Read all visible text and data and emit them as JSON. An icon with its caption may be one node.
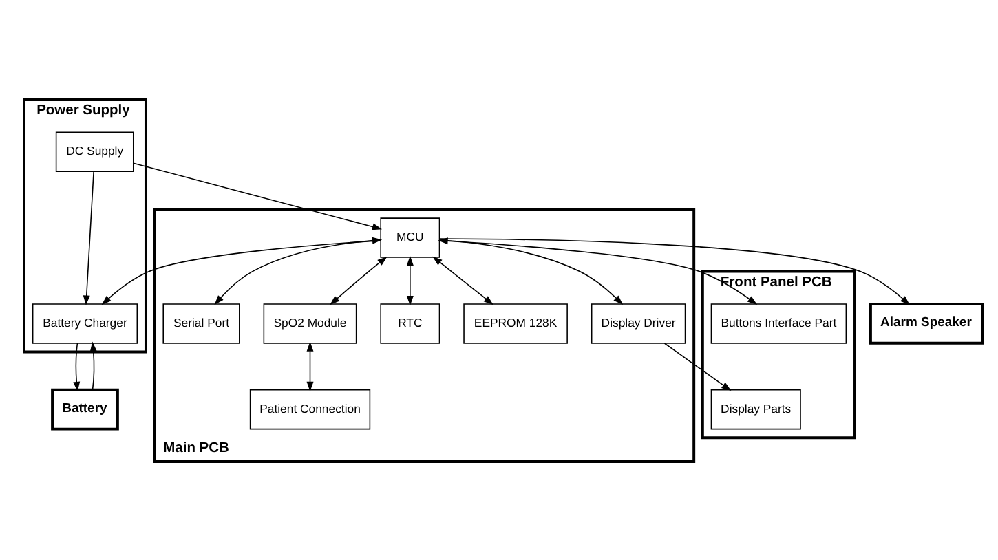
{
  "diagram": {
    "nodes": [
      {
        "text": [
          "Power Supply"
        ]
      },
      {
        "text": [
          "Battery Charger"
        ],
        "in": 0
      },
      {
        "text": [
          "DC Supply"
        ],
        "in": 0
      },
      {
        "text": [
          "Front Panel PCB"
        ]
      },
      {
        "text": [
          "Buttons Interface Part"
        ],
        "in": 3
      },
      {
        "text": [
          "Display Parts"
        ],
        "in": 3
      },
      {
        "text": [
          "Battery"
        ]
      },
      {
        "text": [
          "Alarm Speaker"
        ]
      },
      {
        "text": [
          "Main PCB"
        ]
      },
      {
        "text": [
          "MCU"
        ],
        "in": 8
      },
      {
        "text": [
          "Serial Port"
        ],
        "in": 8
      },
      {
        "text": [
          "Display Driver"
        ],
        "in": 8
      },
      {
        "text": [
          "RTC"
        ],
        "in": 8
      },
      {
        "text": [
          "EEPROM 128K"
        ],
        "in": 8
      },
      {
        "text": [
          "SpO2 Module"
        ],
        "in": 8
      },
      {
        "text": [
          "Patient Connection"
        ],
        "in": 8
      }
    ],
    "edges": [
      {
        "from": 1,
        "to": 6,
        "arrow": "to"
      },
      {
        "from": 6,
        "to": 1,
        "arrow": "to"
      },
      {
        "from": 2,
        "to": 1,
        "arrow": "to"
      },
      {
        "from": 2,
        "to": 9,
        "arrow": "to"
      },
      {
        "from": 9,
        "to": 1,
        "arrow": "to"
      },
      {
        "from": 9,
        "to": 4,
        "arrow": "both"
      },
      {
        "from": 11,
        "to": 5,
        "arrow": "to"
      },
      {
        "from": 9,
        "to": 7,
        "arrow": "to"
      },
      {
        "from": 9,
        "to": 10,
        "arrow": "both"
      },
      {
        "from": 9,
        "to": 11,
        "arrow": "to"
      },
      {
        "from": 9,
        "to": 12,
        "arrow": "both"
      },
      {
        "from": 9,
        "to": 13,
        "arrow": "both"
      },
      {
        "from": 9,
        "to": 14,
        "arrow": "both"
      },
      {
        "from": 14,
        "to": 15,
        "arrow": "both"
      }
    ]
  }
}
